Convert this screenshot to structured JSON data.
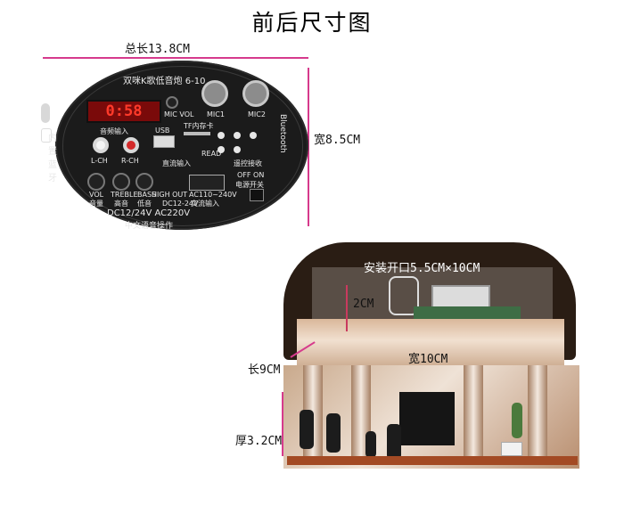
{
  "page": {
    "title": "前后尺寸图"
  },
  "front": {
    "total_length": "总长13.8CM",
    "width": "宽8.5CM",
    "model": "双咪K歌低音炮 6-10",
    "display": "0:58",
    "mic_vol": "MIC VOL",
    "mic1": "MIC1",
    "mic2": "MIC2",
    "audio_in": "音频输入",
    "usb": "USB",
    "tf": "TF内存卡",
    "l_ch": "L-CH",
    "r_ch": "R-CH",
    "direct_in": "直流输入",
    "read": "READ",
    "remote": "遥控接收",
    "off_on": "OFF  ON",
    "power_switch": "电源开关",
    "knob_labels": [
      "VOL",
      "TREBLE",
      "BASS"
    ],
    "knob_labels_cn": [
      "音量",
      "高音",
      "低音"
    ],
    "high_out": "HIGH OUT",
    "dc_in": "DC12-24V",
    "ac_in": "AC110~240V",
    "ac_in_cn": "交流输入",
    "bottom_line1": "DC12/24V AC220V",
    "bottom_line2": "中文语音操作",
    "side_cn": [
      "内",
      "置",
      "蓝",
      "牙"
    ],
    "bluetooth": "Bluetooth"
  },
  "back": {
    "opening": "安装开口5.5CM×10CM",
    "depth_2cm": "2CM",
    "length": "长9CM",
    "width": "宽10CM",
    "thickness": "厚3.2CM"
  }
}
